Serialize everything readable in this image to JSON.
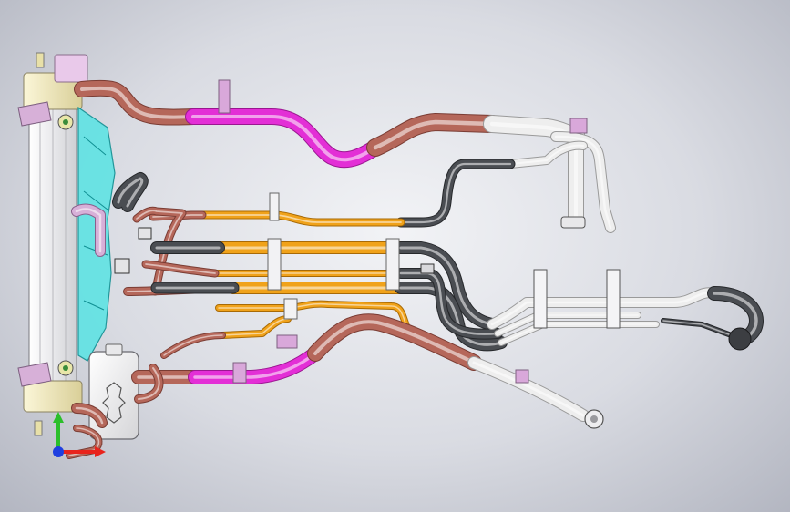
{
  "scene": {
    "type": "cad-3d-assembly-view",
    "background": "gradient-light-gray",
    "colors": {
      "copper": "#b5675a",
      "copper_dark": "#7a3c33",
      "magenta": "#e32fd6",
      "magenta_dark": "#9a1790",
      "orange": "#f0a21a",
      "orange_dark": "#a86a06",
      "dark_hose": "#4a4d52",
      "dark_hose_dark": "#26282b",
      "white_tube": "#eeeeee",
      "white_tube_dark": "#9a9a9a",
      "cyan_fan": "#27d6d8",
      "yellow_tank": "#f3e8b4",
      "lilac_bracket": "#d7b0d8",
      "radiator": "#f5f5f5"
    },
    "triad": {
      "axes": [
        {
          "axis": "x",
          "color": "#e8231c"
        },
        {
          "axis": "y",
          "color": "#2bbf2b"
        },
        {
          "axis": "z",
          "color": "#1f3fe0"
        }
      ]
    }
  }
}
